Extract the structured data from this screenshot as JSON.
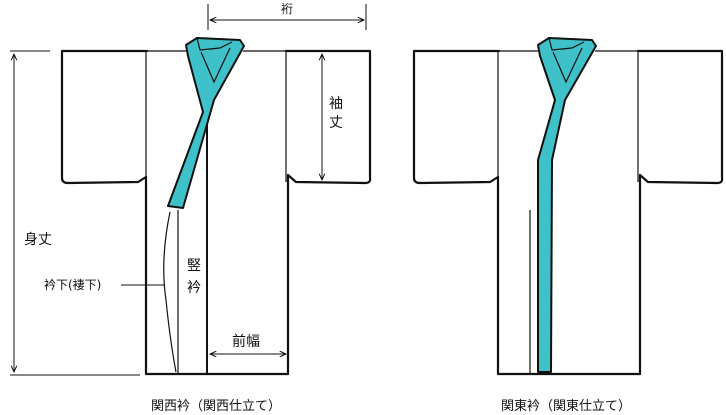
{
  "colors": {
    "collar": "#3fc1c9",
    "line": "#111111",
    "background": "#ffffff"
  },
  "left_kimono": {
    "caption": "関西衿（関西仕立て）",
    "labels": {
      "yuki": "裄",
      "sode_char1": "袖",
      "sode_char2": "丈",
      "mitake": "身丈",
      "eri_shita": "衿下(褄下)",
      "tate_char1": "竪",
      "tate_char2": "衿",
      "maehaba": "前幅"
    }
  },
  "right_kimono": {
    "caption": "関東衿（関東仕立て）"
  }
}
